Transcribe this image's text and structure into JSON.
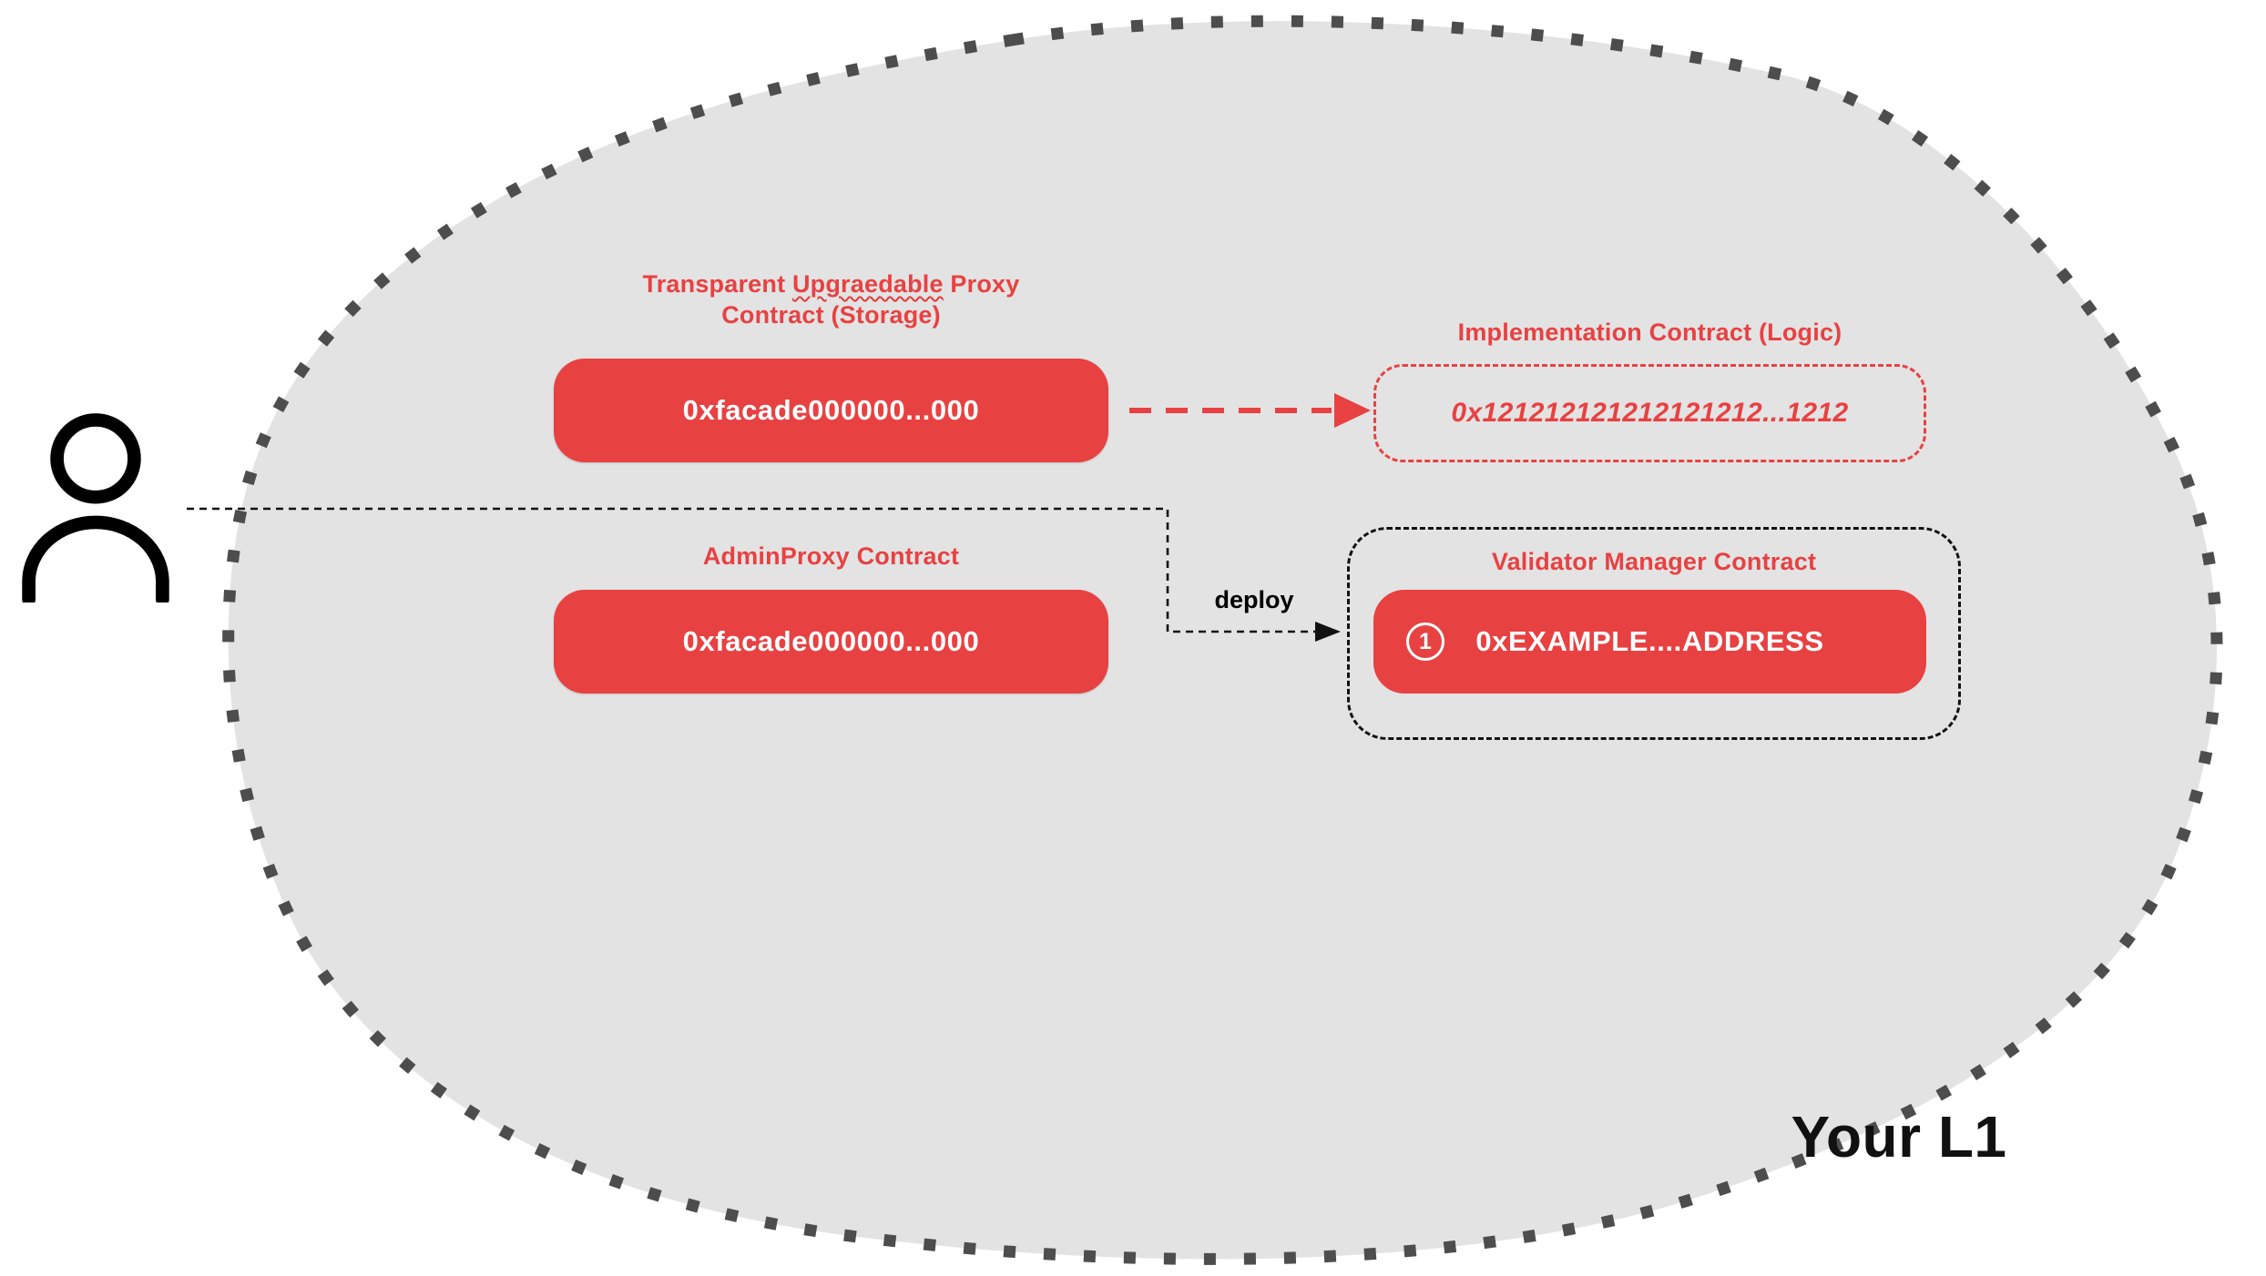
{
  "colors": {
    "red": "#E84142",
    "blob_fill": "#e3e3e3",
    "blob_dots": "#4d4d4d",
    "text_black": "#111111"
  },
  "actor": {
    "icon": "person-icon"
  },
  "transparent_proxy": {
    "title_prefix": "Transparent ",
    "title_misspelled_word": "Upgraedable",
    "title_suffix": " Proxy",
    "title_line2": "Contract (Storage)",
    "address": "0xfacade000000...000"
  },
  "implementation": {
    "title": "Implementation Contract (Logic)",
    "address": "0x121212121212121212...1212"
  },
  "admin_proxy": {
    "title": "AdminProxy Contract",
    "address": "0xfacade000000...000"
  },
  "validator_manager": {
    "title": "Validator Manager Contract",
    "badge": "1",
    "address": "0xEXAMPLE....ADDRESS"
  },
  "connector": {
    "deploy_label": "deploy"
  },
  "l1_label": "Your L1"
}
